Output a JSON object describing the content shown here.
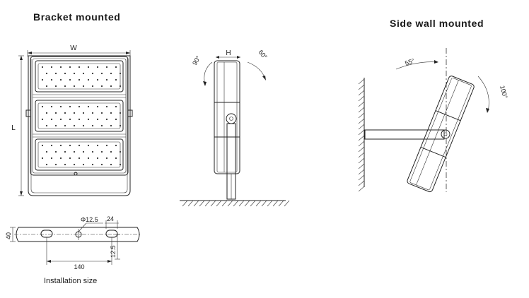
{
  "titles": {
    "bracket": "Bracket mounted",
    "side_wall": "Side wall mounted"
  },
  "front_view": {
    "width_label": "W",
    "length_label": "L"
  },
  "side_view": {
    "height_label": "H",
    "angle_left": "90°",
    "angle_right": "60°"
  },
  "wall_view": {
    "angle_top": "55°",
    "angle_right": "100°"
  },
  "installation": {
    "caption": "Installation size",
    "hole_diameter": "Φ12.5",
    "slot_width": "24",
    "height": "40",
    "offset": "12.5",
    "spacing": "140"
  }
}
